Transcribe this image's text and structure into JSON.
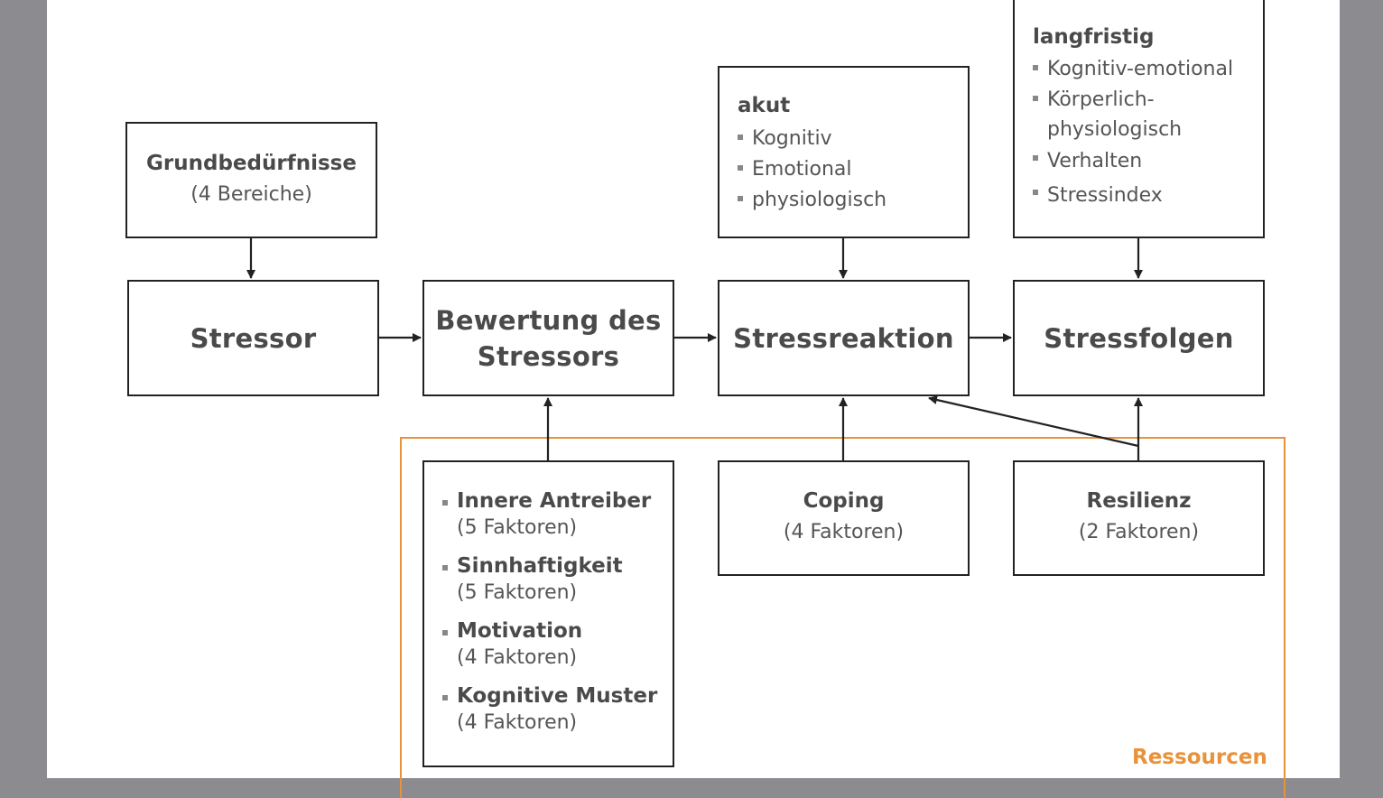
{
  "grundbeduerfnisse": {
    "title": "Grundbedürfnisse",
    "sub": "(4 Bereiche)"
  },
  "stressor": {
    "title": "Stressor"
  },
  "bewertung": {
    "line1": "Bewertung des",
    "line2": "Stressors"
  },
  "stressreaktion": {
    "title": "Stressreaktion"
  },
  "stressfolgen": {
    "title": "Stressfolgen"
  },
  "akut": {
    "title": "akut",
    "items": [
      "Kognitiv",
      "Emotional",
      "physiologisch"
    ]
  },
  "langfristig": {
    "title": "langfristig",
    "items": [
      "Kognitiv-emotional",
      "Körperlich-",
      "physiologisch",
      "Verhalten",
      "Stressindex"
    ]
  },
  "ressourcen_box": {
    "items": [
      {
        "label": "Innere Antreiber",
        "sub": "(5 Faktoren)"
      },
      {
        "label": "Sinnhaftigkeit",
        "sub": "(5 Faktoren)"
      },
      {
        "label": "Motivation",
        "sub": "(4 Faktoren)"
      },
      {
        "label": "Kognitive Muster",
        "sub": "(4 Faktoren)"
      }
    ]
  },
  "coping": {
    "title": "Coping",
    "sub": "(4 Faktoren)"
  },
  "resilienz": {
    "title": "Resilienz",
    "sub": "(2 Faktoren)"
  },
  "ressourcen_label": "Ressourcen",
  "colors": {
    "accent": "#e8923a",
    "border": "#222222",
    "text": "#4a4a4a"
  }
}
